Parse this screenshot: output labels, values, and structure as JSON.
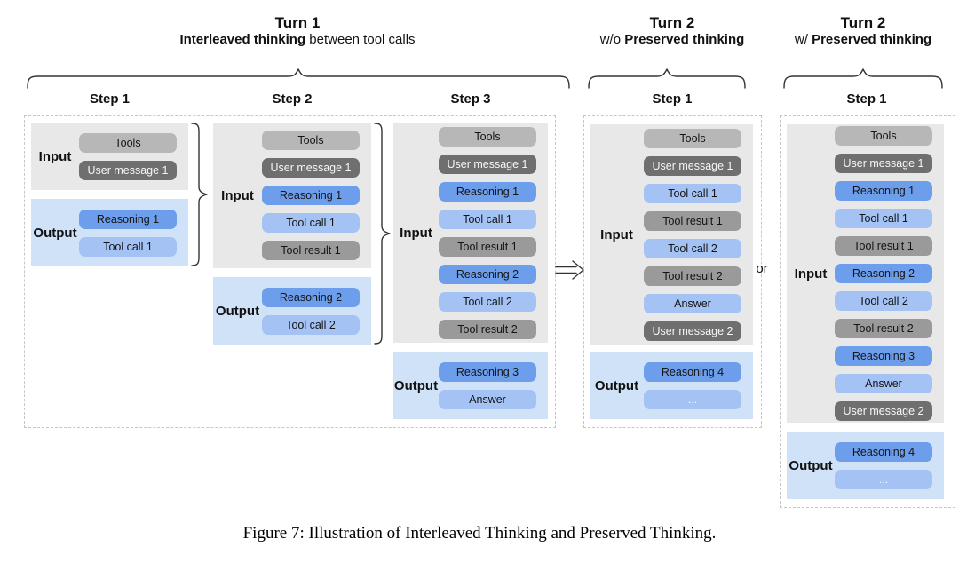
{
  "headers": {
    "turn1": {
      "title": "Turn 1",
      "subtitle_bold": "Interleaved thinking",
      "subtitle_rest": " between tool calls"
    },
    "turn2_without": {
      "title": "Turn 2",
      "subtitle_prefix": "w/o ",
      "subtitle_bold": "Preserved thinking"
    },
    "turn2_with": {
      "title": "Turn 2",
      "subtitle_prefix": "w/ ",
      "subtitle_bold": "Preserved thinking"
    }
  },
  "connectors": {
    "or_label": "or",
    "arrow": "implies-right"
  },
  "panels": [
    {
      "step_label": "Step 1",
      "input": {
        "label": "Input",
        "pills": [
          {
            "text": "Tools",
            "type": "tools"
          },
          {
            "text": "User message 1",
            "type": "user"
          }
        ]
      },
      "output": {
        "label": "Output",
        "pills": [
          {
            "text": "Reasoning 1",
            "type": "reasoning"
          },
          {
            "text": "Tool call 1",
            "type": "toolcall"
          }
        ]
      }
    },
    {
      "step_label": "Step 2",
      "input": {
        "label": "Input",
        "pills": [
          {
            "text": "Tools",
            "type": "tools"
          },
          {
            "text": "User message 1",
            "type": "user"
          },
          {
            "text": "Reasoning 1",
            "type": "reasoning"
          },
          {
            "text": "Tool call 1",
            "type": "toolcall"
          },
          {
            "text": "Tool result 1",
            "type": "toolresult"
          }
        ]
      },
      "output": {
        "label": "Output",
        "pills": [
          {
            "text": "Reasoning 2",
            "type": "reasoning"
          },
          {
            "text": "Tool call 2",
            "type": "toolcall"
          }
        ]
      }
    },
    {
      "step_label": "Step 3",
      "input": {
        "label": "Input",
        "pills": [
          {
            "text": "Tools",
            "type": "tools"
          },
          {
            "text": "User message 1",
            "type": "user"
          },
          {
            "text": "Reasoning 1",
            "type": "reasoning"
          },
          {
            "text": "Tool call 1",
            "type": "toolcall"
          },
          {
            "text": "Tool result 1",
            "type": "toolresult"
          },
          {
            "text": "Reasoning 2",
            "type": "reasoning"
          },
          {
            "text": "Tool call 2",
            "type": "toolcall"
          },
          {
            "text": "Tool result 2",
            "type": "toolresult"
          }
        ]
      },
      "output": {
        "label": "Output",
        "pills": [
          {
            "text": "Reasoning 3",
            "type": "reasoning"
          },
          {
            "text": "Answer",
            "type": "answer"
          }
        ]
      }
    },
    {
      "step_label": "Step 1",
      "input": {
        "label": "Input",
        "pills": [
          {
            "text": "Tools",
            "type": "tools"
          },
          {
            "text": "User message 1",
            "type": "user"
          },
          {
            "text": "Tool call 1",
            "type": "toolcall"
          },
          {
            "text": "Tool result 1",
            "type": "toolresult"
          },
          {
            "text": "Tool call 2",
            "type": "toolcall"
          },
          {
            "text": "Tool result 2",
            "type": "toolresult"
          },
          {
            "text": "Answer",
            "type": "answer"
          },
          {
            "text": "User message 2",
            "type": "user"
          }
        ]
      },
      "output": {
        "label": "Output",
        "pills": [
          {
            "text": "Reasoning 4",
            "type": "reasoning"
          },
          {
            "text": "...",
            "type": "dots"
          }
        ]
      }
    },
    {
      "step_label": "Step 1",
      "input": {
        "label": "Input",
        "pills": [
          {
            "text": "Tools",
            "type": "tools"
          },
          {
            "text": "User message 1",
            "type": "user"
          },
          {
            "text": "Reasoning 1",
            "type": "reasoning"
          },
          {
            "text": "Tool call 1",
            "type": "toolcall"
          },
          {
            "text": "Tool result 1",
            "type": "toolresult"
          },
          {
            "text": "Reasoning 2",
            "type": "reasoning"
          },
          {
            "text": "Tool call 2",
            "type": "toolcall"
          },
          {
            "text": "Tool result 2",
            "type": "toolresult"
          },
          {
            "text": "Reasoning 3",
            "type": "reasoning"
          },
          {
            "text": "Answer",
            "type": "answer"
          },
          {
            "text": "User message 2",
            "type": "user"
          }
        ]
      },
      "output": {
        "label": "Output",
        "pills": [
          {
            "text": "Reasoning 4",
            "type": "reasoning"
          },
          {
            "text": "...",
            "type": "dots"
          }
        ]
      }
    }
  ],
  "caption": "Figure 7: Illustration of Interleaved Thinking and Preserved Thinking.",
  "colors": {
    "tools_pill": "#b7b7b7",
    "tool_result_pill": "#9a9a9a",
    "user_message_pill": "#6f6f6f",
    "reasoning_pill": "#6d9eeb",
    "tool_call_pill": "#a4c2f4",
    "input_group_bg": "#e8e8e8",
    "output_group_bg": "#cfe2f7",
    "pill_text_dark": "#141414",
    "pill_text_light": "#f7f7f7",
    "panel_border": "#c6c6c6"
  }
}
